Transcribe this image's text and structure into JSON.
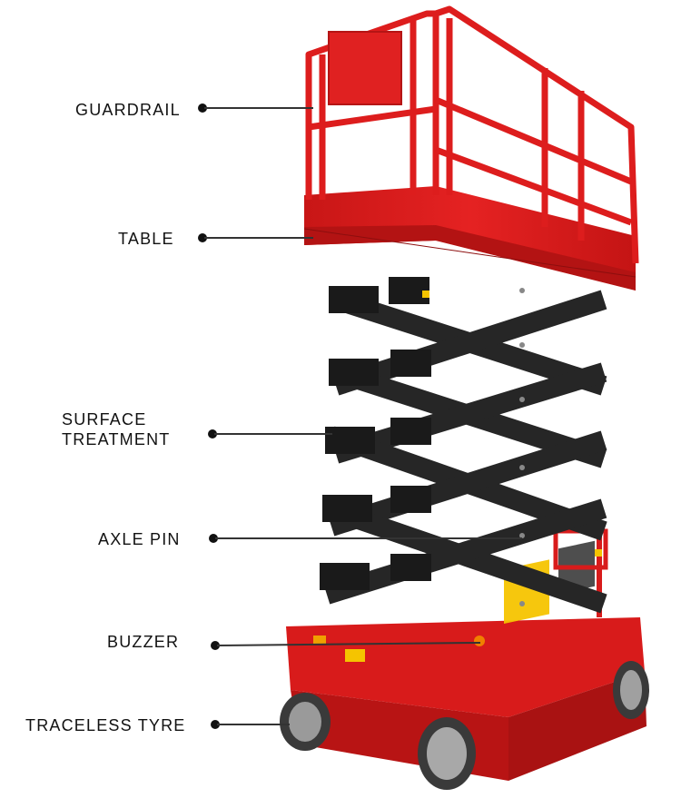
{
  "callouts": {
    "guardrail": "GUARDRAIL",
    "table": "TABLE",
    "surface_treatment_line1": "SURFACE",
    "surface_treatment_line2": "TREATMENT",
    "axle_pin": "AXLE PIN",
    "buzzer": "BUZZER",
    "traceless_tyre": "TRACELESS TYRE"
  },
  "colors": {
    "lift_body": "#e21f1f",
    "scissor_arms": "#2b2b2b",
    "tyre": "#9a9a9a",
    "warning_label": "#f5c400"
  },
  "icons": [
    "bullet-dot",
    "leader-line"
  ]
}
